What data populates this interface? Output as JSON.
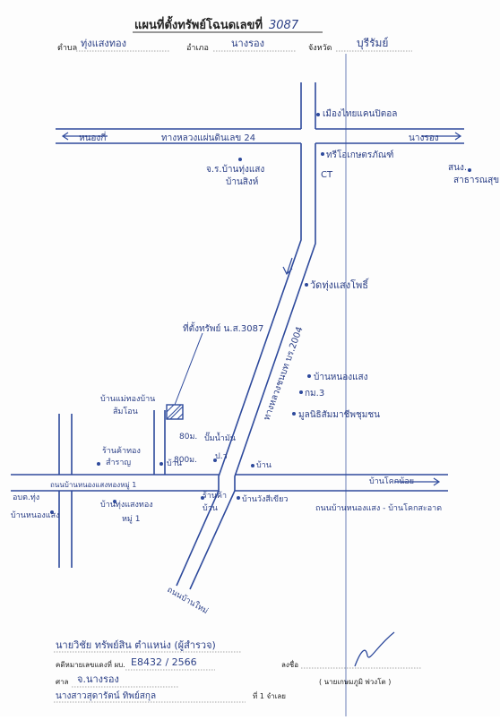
{
  "header": {
    "title": "แผนที่ตั้งทรัพย์โฉนดเลขที่",
    "title_number": "3087",
    "tambon_label": "ตำบล",
    "tambon_value": "ทุ่งแสงทอง",
    "amphoe_label": "อำเภอ",
    "amphoe_value": "นางรอง",
    "changwat_label": "จังหวัด",
    "changwat_value": "บุรีรัมย์"
  },
  "map": {
    "labels": {
      "north_place": "เมืองไทยแคนปิตอล",
      "west_destination": "หนองกี่",
      "highway_24": "ทางหลวงแผ่นดินเลข 24",
      "east_destination": "นางรอง",
      "cooperative_line1": "จ.ร.บ้านทุ่งแสง",
      "cooperative_line2": "บ้านสิงห์",
      "huay_school": "ทรีโอเกษตรภัณฑ์",
      "ct": "CT",
      "health_line1": "สนง.",
      "health_line2": "สาธารณสุข",
      "temple": "วัดทุ่งแสงโพธิ์",
      "road_2004": "ทางหลวงชนบท บร.2004",
      "plot_location": "ที่ตั้งทรัพย์ น.ส.3087",
      "nong_school": "บ้านหนองแสง",
      "gm3": "กม.3",
      "foundation": "มูลนิธิสัมมาชีพชุมชน",
      "mother_house_line1": "บ้านแม่ทองบ้าน",
      "mother_house_line2": "ส้มโอน",
      "distance_80": "80ม.",
      "distance_800": "800ม.",
      "khunkrairin_line1": "ร้านค้าทอง",
      "khunkrairin_line2": "สำราญ",
      "gas_line1": "ปั๊มน้ำมัน",
      "gas_line2": "ป.ว",
      "house_west": "บ้าน",
      "house_east": "บ้าน",
      "road_to_village": "ถนนบ้านหนองแสงทองหมู่ 1",
      "east_road": "บ้านโคกน้อย",
      "obt_line1": "อบต.ทุ่ง",
      "obt_line2": "บ้านหนองแสง",
      "village1_line1": "บ้านทุ่งแสงทอง",
      "village1_line2": "หมู่ 1",
      "shop_line1": "ร้านค้า",
      "shop_line2": "บ้าน",
      "wang": "บ้านวังสีเขียว",
      "southeast_road": "ถนนบ้านหนองแสง - บ้านโคกสะอาด",
      "south_road": "ถนนบ้านใหม่"
    }
  },
  "footer": {
    "surveyor": "นายวิชัย ทรัพย์สิน ตำแหน่ง (ผู้สำรวจ)",
    "deed_label": "คดีหมายเลขแดงที่ ผบ.",
    "deed_value": "E8432 / 2566",
    "office_label": "ศาล",
    "office_value": "จ.นางรอง",
    "branch": "นางสาวสุดารัตน์ ทิพย์สกุล",
    "page": "ที่ 1 จำเลย",
    "signature_label": "ลงชื่อ",
    "signer": "( นายเกษมภูมิ พ่วงโต )"
  }
}
